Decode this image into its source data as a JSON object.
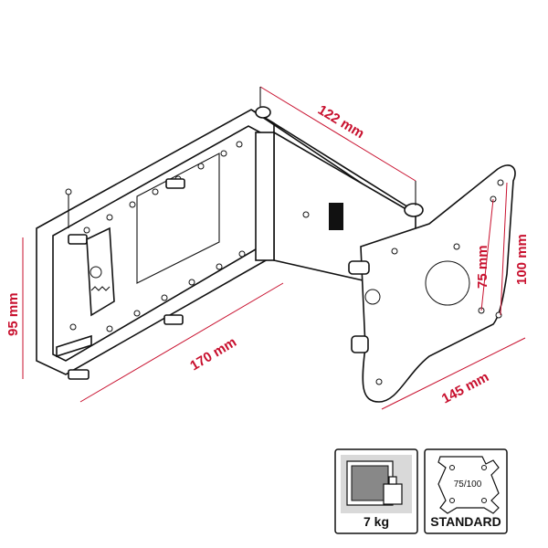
{
  "dimensions": {
    "arm_length": "122 mm",
    "wall_plate_width": "170 mm",
    "wall_plate_height": "95 mm",
    "mount_plate_width": "145 mm",
    "vesa_small": "75 mm",
    "vesa_large": "100 mm"
  },
  "badges": {
    "weight": {
      "label": "7 kg",
      "icon": "weight-icon"
    },
    "standard": {
      "label": "STANDARD",
      "vesa_text": "75/100",
      "icon": "vesa-plate-icon"
    }
  },
  "colors": {
    "dimension": "#c8102e",
    "outline": "#111111",
    "badge_bg": "#d9d9d9"
  }
}
